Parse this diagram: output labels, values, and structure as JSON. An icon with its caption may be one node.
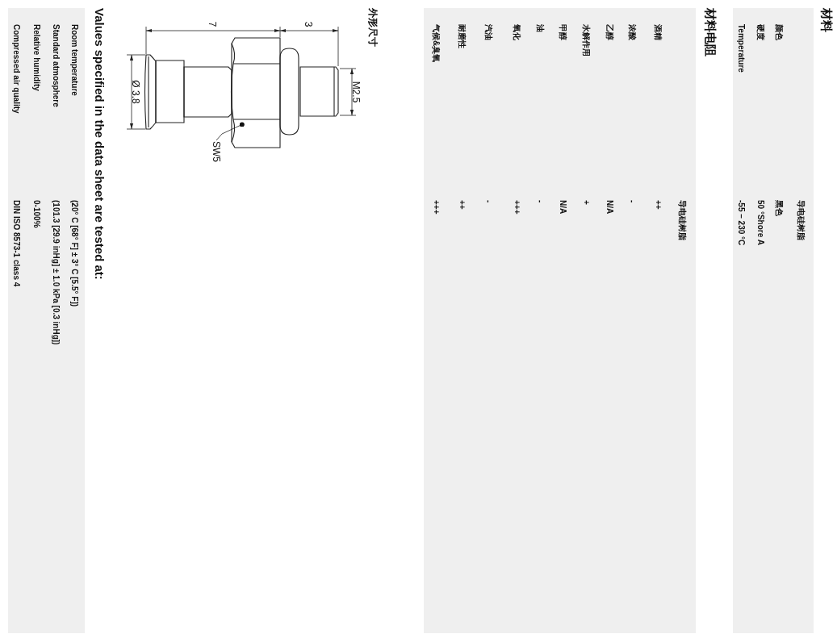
{
  "diagram": {
    "nodes": [
      {
        "text": [
          "SW5"
        ]
      },
      {
        "text": [],
        "shape": "picture"
      }
    ],
    "edges": [
      {
        "from": 0,
        "to": 1,
        "arrow": "other"
      }
    ],
    "labels": [
      "材料",
      "导电硅树脂",
      "颜色",
      "黑色",
      "硬度",
      "50 °Shore A",
      "Temperature",
      "-55 – 230 °C",
      "材料电阻",
      "导电硅树脂",
      "酒精",
      "++",
      "浓酸",
      "-",
      "乙醇",
      "N/A",
      "水解作用",
      "+",
      "甲醇",
      "N/A",
      "油",
      "-",
      "氧化",
      "+++",
      "汽油",
      "-",
      "耐磨性",
      "++",
      "气候&臭氧",
      "+++",
      "外形尺寸",
      "7",
      "3",
      "M2.5",
      "Ø 3.8",
      "Values specified in the data sheet are tested at:",
      "Room temperature",
      "(20° C [68° F] ± 3° C [5.5° F])",
      "Standard atmosphere",
      "(101.3 [29.9 inHg] ± 1.0 kPa [0.3 inHg])",
      "Relative humidity",
      "0-100%",
      "Compressed air quality",
      "DIN ISO 8573-1 class 4"
    ]
  }
}
